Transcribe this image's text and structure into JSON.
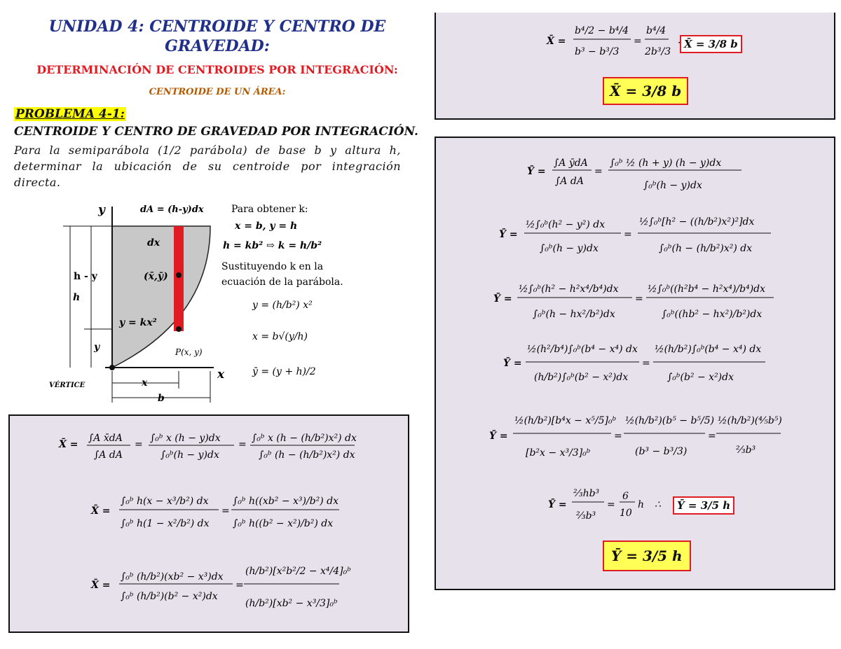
{
  "header": {
    "unit_title_line1": "UNIDAD 4: CENTROIDE Y CENTRO DE",
    "unit_title_line2": "GRAVEDAD:",
    "section_title": "DETERMINACIÓN DE CENTROIDES POR INTEGRACIÓN:",
    "subsection_title": "CENTROIDE DE UN ÁREA:"
  },
  "problem": {
    "label": "PROBLEMA 4-1:",
    "heading": "CENTROIDE Y CENTRO DE GRAVEDAD POR INTEGRACIÓN.",
    "description": "Para la semiparábola (1/2 parábola) de base b y altura h, determinar la ubicación de su centroide por integración directa."
  },
  "figure": {
    "y_axis": "y",
    "x_axis": "x",
    "dA_label": "dA = (h-y)dx",
    "dx_label": "dx",
    "centroid_label": "(x̄,ȳ)",
    "h_minus_y": "h - y",
    "h": "h",
    "y_bar": "y",
    "curve_eq": "y = kx²",
    "point_label": "P(x, y)",
    "vertex": "VÉRTICE",
    "x_dim": "x",
    "b_dim": "b",
    "notes": {
      "obtain": "Para obtener k:",
      "cond": "x = b,      y = h",
      "kstep": "h = kb² ⇨ k = h/b²",
      "subst1": "Sustituyendo k en la",
      "subst2": "ecuación de la parábola.",
      "eq1": "y = (h/b²) x²",
      "eq2": "x = b√(y/h)",
      "eq3": "ȳ = (y + h)/2"
    }
  },
  "results": {
    "x_small": "X̄ = 3/8 b",
    "x_big": "X̄ = 3/8 b",
    "y_small": "Ȳ = 3/5 h",
    "y_big": "Ȳ = 3/5 h"
  }
}
